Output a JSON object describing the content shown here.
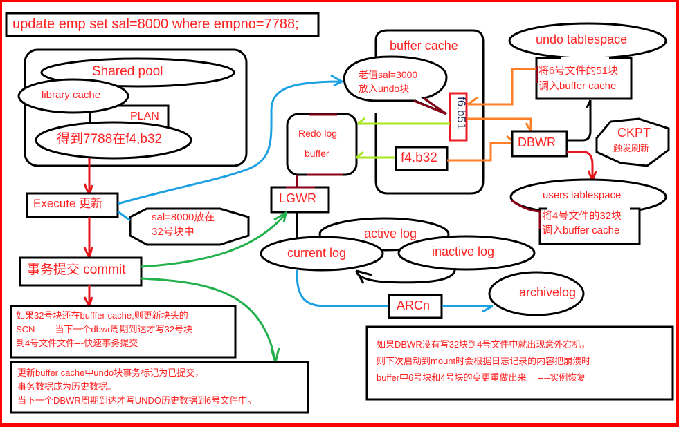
{
  "sql_statement": "update emp set sal=8000 where empno=7788;",
  "sga_left": {
    "shared_pool": "Shared pool",
    "library_cache": "library cache",
    "plan": "PLAN",
    "lookup_result": "得到7788在f4,b32"
  },
  "flow": {
    "execute": "Execute 更新",
    "execute_note": [
      "sal=8000放在",
      "32号块中"
    ],
    "commit": "事务提交 commit"
  },
  "buffer_cache": {
    "title": "buffer cache",
    "old_value_bubble": [
      "老值sal=3000",
      "放入undo块"
    ],
    "undo_block": "f6,b51",
    "data_block": "f4.b32"
  },
  "redo": {
    "redo_log_buffer": [
      "Redo log",
      "buffer"
    ],
    "lgwr": "LGWR",
    "active_log": "active log",
    "current_log": "current log",
    "inactive_log": "inactive log",
    "arcn": "ARCn",
    "archivelog": "archivelog"
  },
  "storage": {
    "undo_tablespace": "undo tablespace",
    "undo_load_note": [
      "将6号文件的51块",
      "调入buffer cache"
    ],
    "dbwr": "DBWR",
    "ckpt": "CKPT",
    "ckpt_note": "触发刷新",
    "users_tablespace": "users tablespace",
    "users_load_note": [
      "将4号文件的32块",
      "调入buffer cache"
    ]
  },
  "notes": {
    "fast_commit": [
      "如果32号块还在bufffer cache,则更新块头的",
      "SCN        当下一个dbwr周期到达才写32号块",
      "到4号文件文件---快速事务提交"
    ],
    "undo_commit": [
      "更新buffer cache中undo块事务标记为已提交，",
      "事务数据成为历史数据。",
      "当下一个DBWR周期到达才写UNDO历史数据到6号文件中。"
    ],
    "instance_recovery": [
      "如果DBWR没有写32块到4号文件中就出现意外宕机，",
      "则下次启动到mount时会根据日志记录的内容把崩溃时",
      "buffer中6号块和4号块的变更重做出来。 ----实例恢复"
    ]
  },
  "colors": {
    "frame": "#ff0000",
    "text": "#ff2222",
    "outline": "#000000",
    "arrow_red": "#e8141c",
    "arrow_blue": "#1ba1e2",
    "arrow_green": "#22b14c",
    "arrow_lime": "#a8e61d",
    "arrow_orange": "#ff7f27",
    "arrow_darkred": "#880015"
  }
}
